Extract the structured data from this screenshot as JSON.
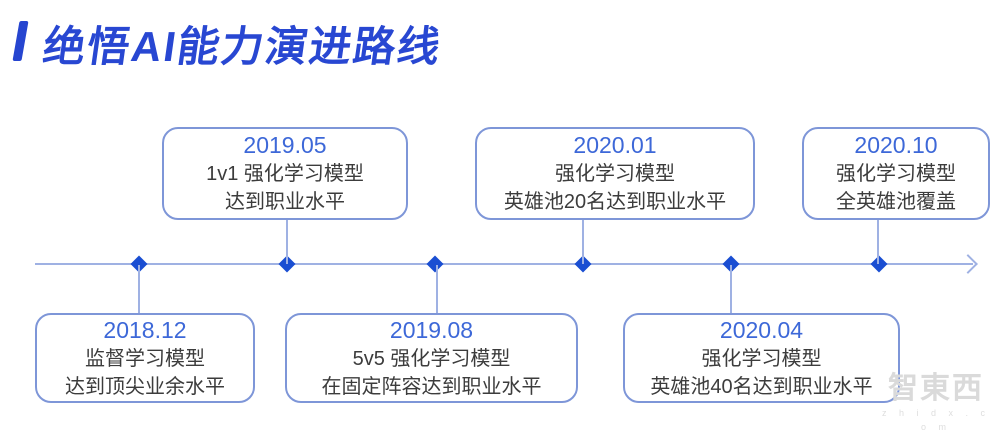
{
  "title": "绝悟AI能力演进路线",
  "timeline": {
    "events": [
      {
        "date": "2018.12",
        "line1": "监督学习模型",
        "line2": "达到顶尖业余水平",
        "position": "below"
      },
      {
        "date": "2019.05",
        "line1": "1v1 强化学习模型",
        "line2": "达到职业水平",
        "position": "above"
      },
      {
        "date": "2019.08",
        "line1": "5v5 强化学习模型",
        "line2": "在固定阵容达到职业水平",
        "position": "below"
      },
      {
        "date": "2020.01",
        "line1": "强化学习模型",
        "line2": "英雄池20名达到职业水平",
        "position": "above"
      },
      {
        "date": "2020.04",
        "line1": "强化学习模型",
        "line2": "英雄池40名达到职业水平",
        "position": "below"
      },
      {
        "date": "2020.10",
        "line1": "强化学习模型",
        "line2": "全英雄池覆盖",
        "position": "above"
      }
    ]
  },
  "watermark": {
    "logo": "智東西",
    "domain": "z h i d x . c o m"
  },
  "colors": {
    "title_blue": "#2847d2",
    "date_blue": "#3d68d8",
    "box_border": "#7e96d8",
    "axis_line": "#9fb1e3",
    "diamond": "#1a4ed2",
    "body_text": "#3c3c3c",
    "watermark_gray": "#dadada"
  }
}
